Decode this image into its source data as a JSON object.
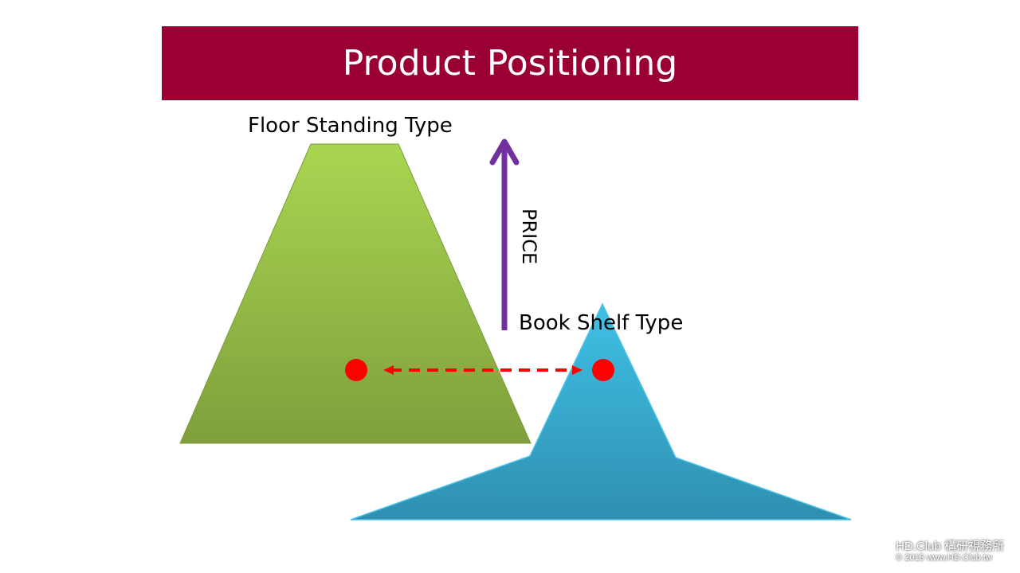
{
  "title": "Product Positioning",
  "labels": {
    "floor_standing": "Floor Standing Type",
    "book_shelf": "Book Shelf Type",
    "price_axis": "PRICE"
  },
  "colors": {
    "title_bar": "#9b0033",
    "floor_standing_shape": "#8fb443",
    "book_shelf_shape": "#35a6cc",
    "price_arrow": "#7030a0",
    "position_marker": "#ff0000"
  },
  "watermark": {
    "line1": "HD.Club 構研視務所",
    "line2": "© 2015  www.HD.Club.tw"
  }
}
